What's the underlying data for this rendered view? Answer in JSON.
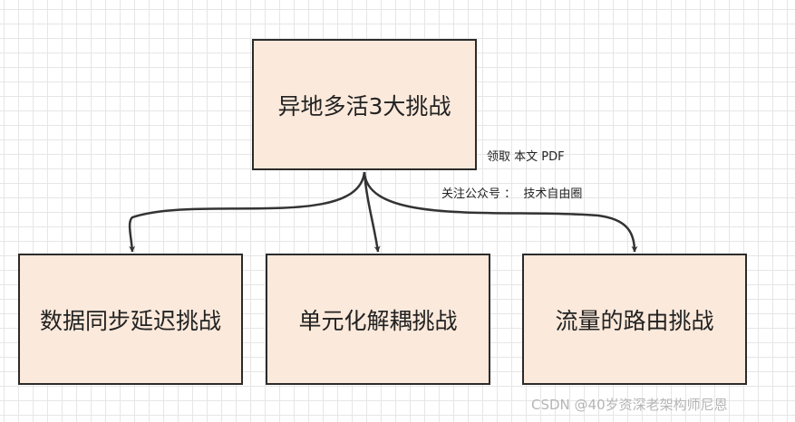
{
  "root": {
    "label": "异地多活3大挑战"
  },
  "children": [
    {
      "label": "数据同步延迟挑战"
    },
    {
      "label": "单元化解耦挑战"
    },
    {
      "label": "流量的路由挑战"
    }
  ],
  "notes": {
    "line1": "领取 本文 PDF",
    "line2": "关注公众号 ：  技术自由圈"
  },
  "watermark": "CSDN @40岁资深老架构师尼恩",
  "colors": {
    "box_fill": "#fbe9db",
    "box_border": "#2b2b2b",
    "edge": "#333333"
  }
}
